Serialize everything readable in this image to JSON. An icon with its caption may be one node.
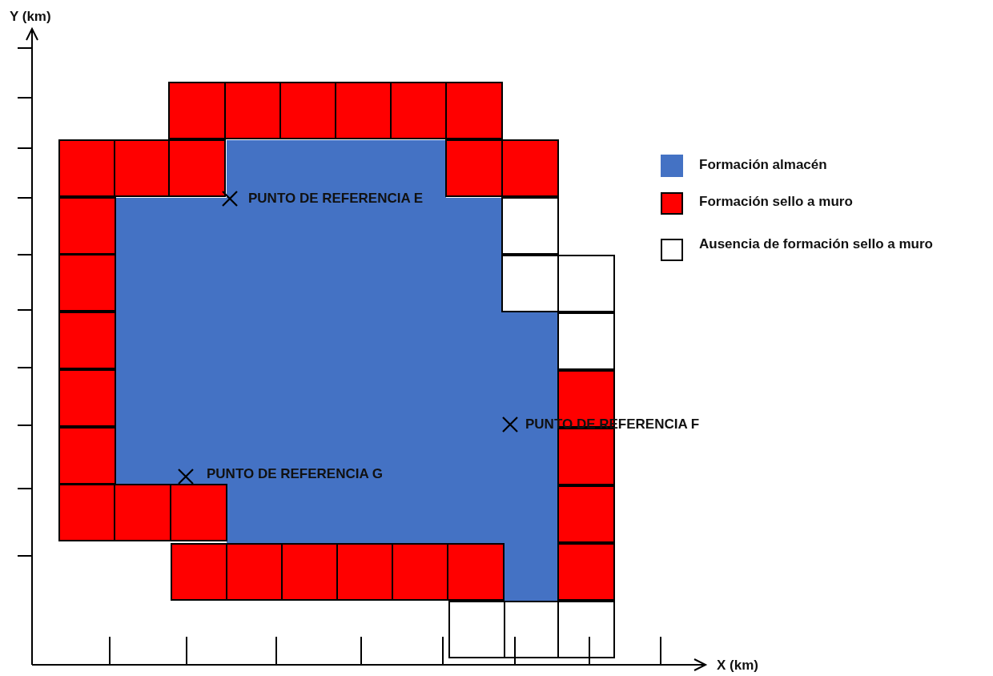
{
  "diagram": {
    "labels": [
      "Y (km)",
      "PUNTO DE REFERENCIA E",
      "PUNTO DE REFERENCIA F",
      "PUNTO DE REFERENCIA G",
      "X (km)"
    ],
    "legend": [
      {
        "text": "Formación almacén",
        "color": "#4472c4"
      },
      {
        "text": "Formación sello a muro",
        "color": "#ff0000"
      },
      {
        "text": "Ausencia de formación sello a muro",
        "color": "#ffffff"
      }
    ]
  }
}
